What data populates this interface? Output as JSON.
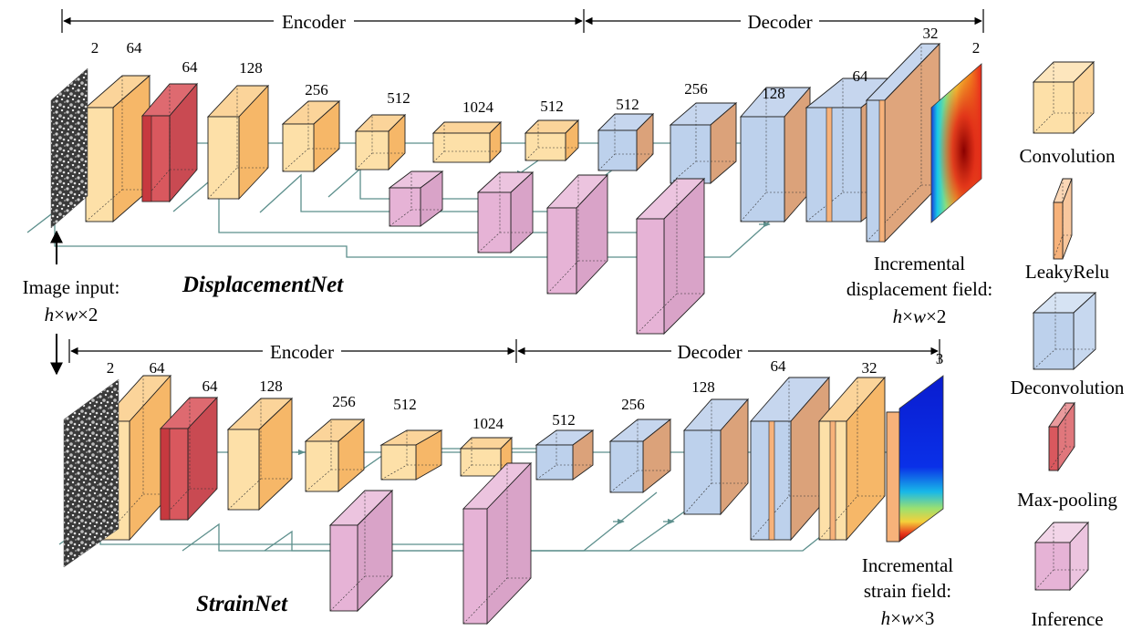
{
  "colors": {
    "convolution": "#fde0a8",
    "leakyrelu": "#f7b27a",
    "deconvolution": "#bdd1ec",
    "maxpooling": "#d9585e",
    "inference": "#e6b3d6",
    "connection": "#5c8f8c"
  },
  "top": {
    "encoder": "Encoder",
    "decoder": "Decoder",
    "name": "DisplacementNet",
    "channels": [
      "2",
      "64",
      "64",
      "128",
      "256",
      "512",
      "1024",
      "512",
      "512",
      "256",
      "128",
      "64",
      "32",
      "2"
    ],
    "output": {
      "line1": "Incremental",
      "line2": "displacement field:",
      "dims": {
        "h": "h",
        "x1": "×",
        "w": "w",
        "x2": "×",
        "n": "2"
      }
    }
  },
  "bottom": {
    "encoder": "Encoder",
    "decoder": "Decoder",
    "name": "StrainNet",
    "channels": [
      "2",
      "64",
      "64",
      "128",
      "256",
      "512",
      "1024",
      "512",
      "256",
      "128",
      "64",
      "32",
      "3"
    ],
    "output": {
      "line1": "Incremental",
      "line2": "strain field:",
      "dims": {
        "h": "h",
        "x1": "×",
        "w": "w",
        "x2": "×",
        "n": "3"
      }
    }
  },
  "input": {
    "label": "Image input:",
    "dims": {
      "h": "h",
      "x1": "×",
      "w": "w",
      "x2": "×",
      "n": "2"
    }
  },
  "legend": [
    {
      "label": "Convolution",
      "icon": "convolution-cube-icon"
    },
    {
      "label": "LeakyRelu",
      "icon": "leakyrelu-slab-icon"
    },
    {
      "label": "Deconvolution",
      "icon": "deconvolution-cube-icon"
    },
    {
      "label": "Max-pooling",
      "icon": "maxpooling-slab-icon"
    },
    {
      "label": "Inference",
      "icon": "inference-cube-icon"
    }
  ]
}
